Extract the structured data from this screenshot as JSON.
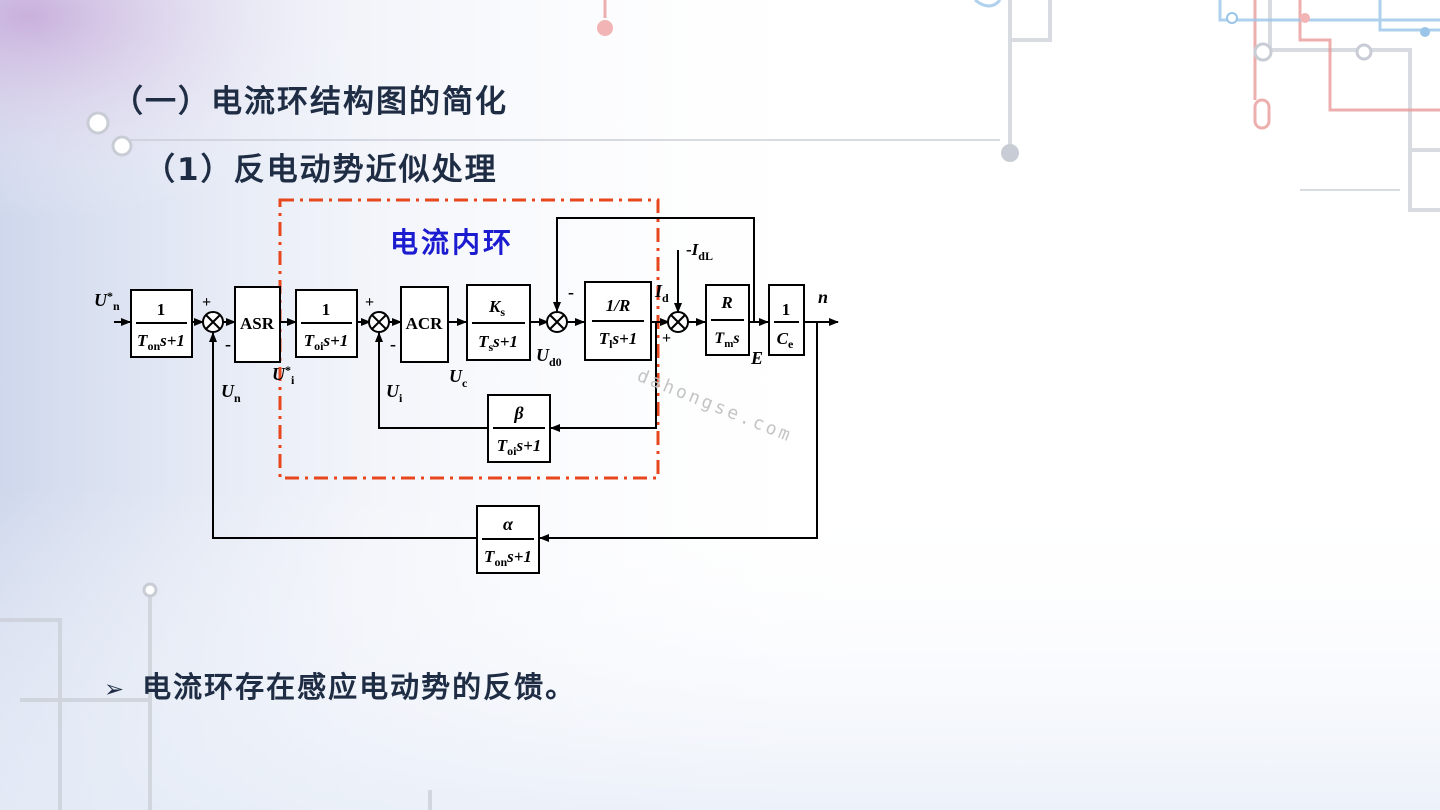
{
  "title": "（一）电流环结构图的简化",
  "subtitle": "（1）反电动势近似处理",
  "bullet": {
    "marker": "➢",
    "text": "电流环存在感应电动势的反馈。"
  },
  "watermark": "dahongse.com",
  "colors": {
    "heading": "#1f2d44",
    "dash_frame": "#e8461c",
    "inner_label": "#1b1bd0"
  },
  "diagram": {
    "inner_loop_label": "电流内环",
    "blocks": {
      "input_filter": {
        "num": "1",
        "den_T": "T",
        "den_sub": "on",
        "den_rest": "s+1"
      },
      "asr": {
        "label": "ASR"
      },
      "current_filter": {
        "num": "1",
        "den_T": "T",
        "den_sub": "oi",
        "den_rest": "s+1"
      },
      "acr": {
        "label": "ACR"
      },
      "converter": {
        "num_K": "K",
        "num_sub": "s",
        "den_T": "T",
        "den_sub": "s",
        "den_rest": "s+1"
      },
      "armature": {
        "num": "1/R",
        "den_T": "T",
        "den_sub": "l",
        "den_rest": "s+1"
      },
      "mechanical": {
        "num": "R",
        "den_T": "T",
        "den_sub": "m",
        "den_rest": "s"
      },
      "emf": {
        "num": "1",
        "den_C": "C",
        "den_sub": "e"
      },
      "current_feedback": {
        "num": "β",
        "den_T": "T",
        "den_sub": "oi",
        "den_rest": "s+1"
      },
      "speed_feedback": {
        "num": "α",
        "den_T": "T",
        "den_sub": "on",
        "den_rest": "s+1"
      }
    },
    "signals": {
      "un_star": {
        "main": "U",
        "sup": "*",
        "sub": "n"
      },
      "ui_star": {
        "main": "U",
        "sup": "*",
        "sub": "i"
      },
      "un": {
        "main": "U",
        "sub": "n"
      },
      "ui": {
        "main": "U",
        "sub": "i"
      },
      "uc": {
        "main": "U",
        "sub": "c"
      },
      "ud0": {
        "main": "U",
        "sub": "d0"
      },
      "id": {
        "main": "I",
        "sub": "d"
      },
      "idl": {
        "prefix": "-",
        "main": "I",
        "sub": "dL"
      },
      "e": {
        "main": "E"
      },
      "n": {
        "main": "n"
      }
    },
    "signs": {
      "plus": "+",
      "minus": "-"
    }
  }
}
